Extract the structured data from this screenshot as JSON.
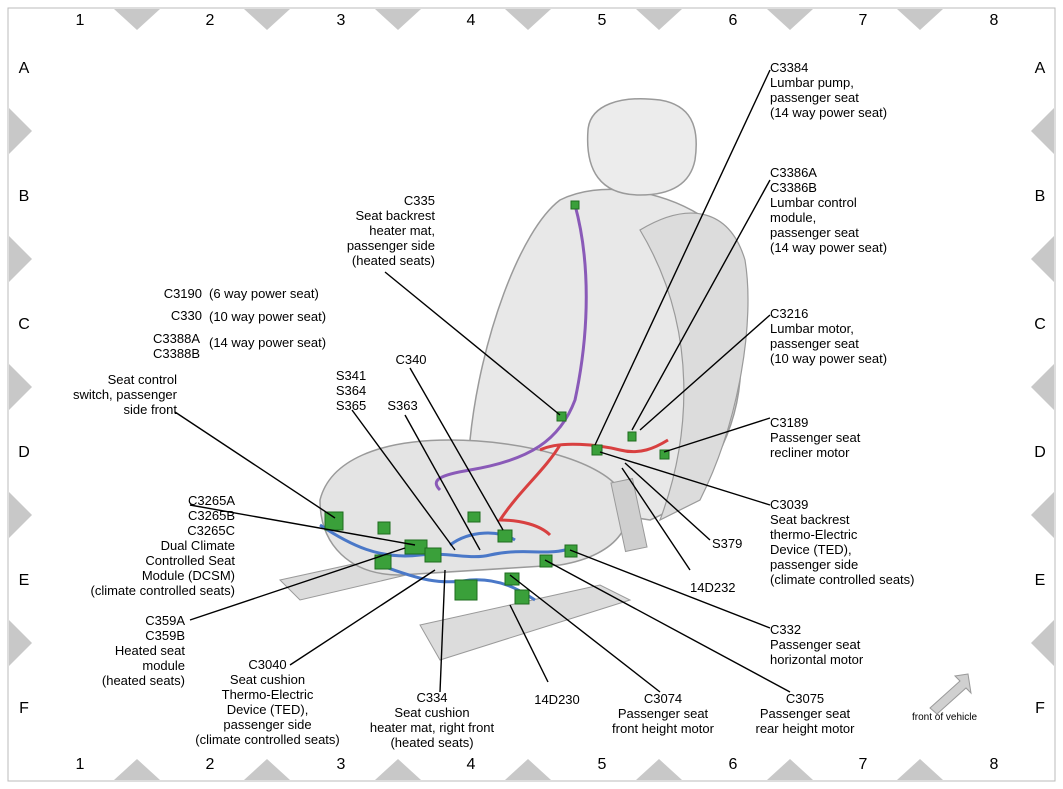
{
  "grid": {
    "columns": [
      "1",
      "2",
      "3",
      "4",
      "5",
      "6",
      "7",
      "8"
    ],
    "rows": [
      "A",
      "B",
      "C",
      "D",
      "E",
      "F"
    ]
  },
  "labels": {
    "c3384": "C3384\nLumbar pump,\npassenger seat\n(14 way power seat)",
    "c3386": "C3386A\nC3386B\nLumbar control\nmodule,\npassenger seat\n(14 way power seat)",
    "c3216": "C3216\nLumbar motor,\npassenger seat\n(10 way power seat)",
    "c3189": "C3189\nPassenger seat\nrecliner motor",
    "c3039": "C3039\nSeat backrest\nthermo-Electric\nDevice (TED),\npassenger side\n(climate controlled seats)",
    "s379": "S379",
    "d14d232": "14D232",
    "c332": "C332\nPassenger seat\nhorizontal motor",
    "c3075": "C3075\nPassenger seat\nrear height motor",
    "c3074": "C3074\nPassenger seat\nfront height motor",
    "d14d230": "14D230",
    "c334": "C334\nSeat cushion\nheater mat, right front\n(heated seats)",
    "c3040": "C3040\nSeat cushion\nThermo-Electric\nDevice (TED),\npassenger side\n(climate controlled seats)",
    "c359": "C359A\nC359B\nHeated seat\nmodule\n(heated seats)",
    "c3265": "C3265A\nC3265B\nC3265C\nDual Climate\nControlled Seat\nModule (DCSM)\n(climate controlled seats)",
    "seat_switch": "Seat control\nswitch, passenger\nside front",
    "s341": "S341\nS364\nS365",
    "s363": "S363",
    "c340": "C340",
    "c335": "C335\nSeat backrest\nheater mat,\npassenger side\n(heated seats)",
    "c3190_code": "C3190",
    "c3190_desc": "(6 way power seat)",
    "c330_code": "C330",
    "c330_desc": "(10 way power seat)",
    "c3388_code": "C3388A\nC3388B",
    "c3388_desc": "(14 way power seat)"
  },
  "front_of_vehicle": "front of vehicle",
  "colors": {
    "frame_diamond": "#c8c8c8",
    "seat_fill": "#e6e6e6",
    "seat_edge": "#9a9a9a",
    "wire_blue": "#4a78c8",
    "wire_red": "#d84040",
    "wire_purple": "#8a5ab8",
    "connector_green": "#3aa03a"
  }
}
